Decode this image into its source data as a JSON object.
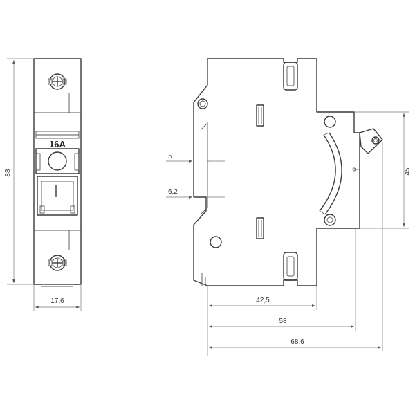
{
  "front_view": {
    "rating_label": "16A"
  },
  "dimensions": {
    "height": "88",
    "width": "17,6",
    "rail_offset": "5",
    "rail_offset_2": "6,2",
    "depth_1": "42,5",
    "depth_2": "58",
    "depth_3": "68,6",
    "front_height": "45"
  },
  "colors": {
    "line": "#3a3a3a",
    "dimension": "#777777",
    "background": "#ffffff"
  }
}
